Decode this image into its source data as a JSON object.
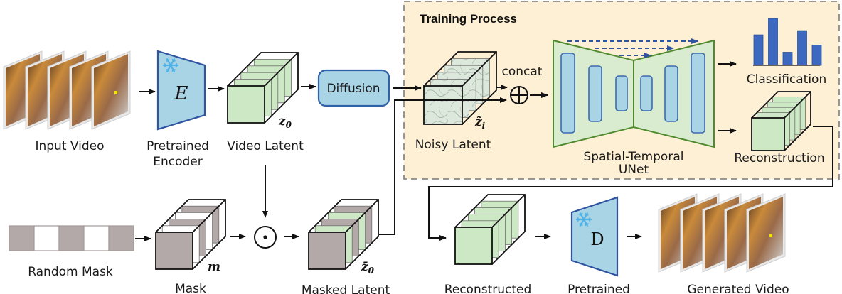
{
  "figure": {
    "training_box_title": "Training Process",
    "labels": {
      "input_video": "Input Video",
      "pretrained_encoder_line1": "Pretrained",
      "pretrained_encoder_line2": "Encoder",
      "encoder_symbol": "E",
      "video_latent": "Video Latent",
      "video_latent_symbol": "z",
      "video_latent_sub": "0",
      "diffusion": "Diffusion",
      "noisy_latent": "Noisy Latent",
      "noisy_latent_symbol": "z̃",
      "noisy_latent_sub": "i",
      "concat": "concat",
      "concat_symbol": "⊕",
      "unet_line1": "Spatial-Temporal",
      "unet_line2": "UNet",
      "classification": "Classification",
      "reconstruction": "Reconstruction",
      "random_mask": "Random Mask",
      "mask": "Mask",
      "mask_symbol": "m",
      "hadamard_symbol": "⊙",
      "masked_latent": "Masked Latent",
      "masked_latent_symbol": "z̄",
      "masked_latent_sub": "0",
      "reconstructed": "Reconstructed",
      "pretrained_decoder": "Pretrained",
      "decoder_symbol": "D",
      "generated_video": "Generated Video"
    },
    "random_mask_pattern": [
      1,
      0,
      1,
      0,
      1
    ],
    "classification_bars": [
      0.65,
      1.0,
      0.28,
      0.74,
      0.43
    ],
    "colors": {
      "training_bg": "#fdf0d5",
      "training_border": "#8a8a8a",
      "encoder_fill": "#a9d4e6",
      "encoder_stroke": "#2f54a0",
      "snowflake": "#4fb3e8",
      "latent_green": "#cde8c4",
      "mask_gray": "#b3a9a9",
      "unet_fill": "#d9ecd0",
      "unet_stroke": "#4f8a2e",
      "unet_block": "#a9d4e6",
      "unet_block_stroke": "#3c6ab0",
      "bar_blue": "#3c68c0",
      "skip_dash": "#2f54a0",
      "diffusion_fill": "#a9d4e6",
      "diffusion_stroke": "#2f62a8"
    }
  }
}
